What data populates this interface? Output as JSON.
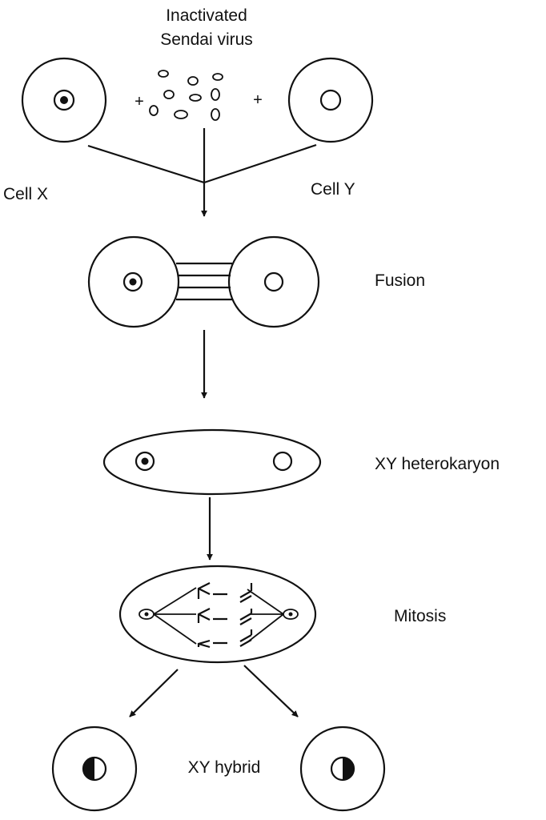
{
  "labels": {
    "virus_line1": "Inactivated",
    "virus_line2": "Sendai virus",
    "cell_x": "Cell X",
    "cell_y": "Cell Y",
    "fusion": "Fusion",
    "heterokaryon": "XY heterokaryon",
    "mitosis": "Mitosis",
    "hybrid": "XY hybrid"
  },
  "symbols": {
    "plus": "+"
  },
  "colors": {
    "ink": "#111111",
    "background": "#ffffff"
  }
}
